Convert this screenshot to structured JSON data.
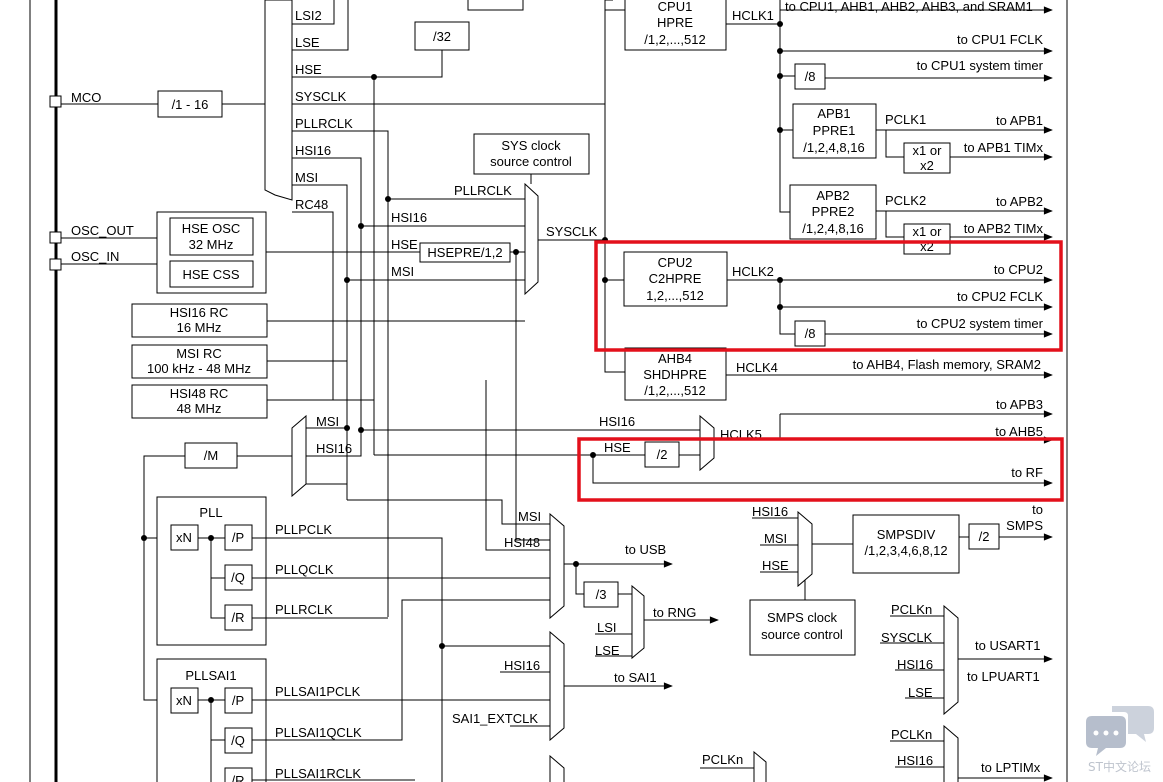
{
  "colors": {
    "line": "#000000",
    "highlight": "#e3101b",
    "watermark": "#8a94a6"
  },
  "pins": {
    "mco": "MCO",
    "osc_out": "OSC_OUT",
    "osc_in": "OSC_IN"
  },
  "sources": {
    "hse_osc": [
      "HSE OSC",
      "32 MHz"
    ],
    "hse_css": "HSE CSS",
    "hsi16_rc": [
      "HSI16 RC",
      "16 MHz"
    ],
    "msi_rc": [
      "MSI RC",
      "100 kHz - 48 MHz"
    ],
    "hsi48_rc": [
      "HSI48 RC",
      "48 MHz"
    ]
  },
  "mco_mux": {
    "inputs": [
      "LSI2",
      "LSE",
      "HSE",
      "SYSCLK",
      "PLLRCLK",
      "HSI16",
      "MSI",
      "RC48"
    ],
    "divider": "/1 - 16"
  },
  "sys_mux": {
    "control": [
      "SYS clock",
      "source control"
    ],
    "inputs": [
      "PLLRCLK",
      "HSI16",
      "HSE",
      "MSI"
    ],
    "hsepre": "HSEPRE/1,2",
    "output": "SYSCLK"
  },
  "div32": "/32",
  "cpu1": {
    "block": [
      "CPU1",
      "HPRE",
      "/1,2,...,512"
    ],
    "clock": "HCLK1",
    "outputs": [
      "to CPU1, AHB1, AHB2, AHB3, and SRAM1",
      "to CPU1 FCLK",
      "to CPU1 system timer"
    ],
    "timer_div": "/8"
  },
  "apb1": {
    "block": [
      "APB1",
      "PPRE1",
      "/1,2,4,8,16"
    ],
    "clock": "PCLK1",
    "to": "to APB1",
    "tim_mult": [
      "x1 or",
      "x2"
    ],
    "tim": "to APB1 TIMx"
  },
  "apb2": {
    "block": [
      "APB2",
      "PPRE2",
      "/1,2,4,8,16"
    ],
    "clock": "PCLK2",
    "to": "to APB2",
    "tim_mult": [
      "x1 or",
      "x2"
    ],
    "tim": "to APB2 TIMx"
  },
  "cpu2": {
    "block": [
      "CPU2",
      "C2HPRE",
      "1,2,...,512"
    ],
    "clock": "HCLK2",
    "outputs": [
      "to CPU2",
      "to CPU2 FCLK",
      "to CPU2 system timer"
    ],
    "timer_div": "/8"
  },
  "ahb4": {
    "block": [
      "AHB4",
      "SHDHPRE",
      "/1,2,...,512"
    ],
    "clock": "HCLK4",
    "to": "to AHB4, Flash memory, SRAM2"
  },
  "hclk5": {
    "inputs": [
      "HSI16",
      "HSE"
    ],
    "hse_div": "/2",
    "clock": "HCLK5",
    "outputs": [
      "to APB3",
      "to AHB5",
      "to RF"
    ]
  },
  "pll_mux": {
    "inputs": [
      "MSI",
      "HSI16"
    ],
    "div": "/M"
  },
  "pll": {
    "title": "PLL",
    "mult": "xN",
    "divs": [
      "/P",
      "/Q",
      "/R"
    ],
    "outputs": [
      "PLLPCLK",
      "PLLQCLK",
      "PLLRCLK"
    ]
  },
  "pllsai1": {
    "title": "PLLSAI1",
    "mult": "xN",
    "divs": [
      "/P",
      "/Q",
      "/R"
    ],
    "outputs": [
      "PLLSAI1PCLK",
      "PLLSAI1QCLK",
      "PLLSAI1RCLK"
    ]
  },
  "usb": {
    "inputs": [
      "MSI",
      "HSI48"
    ],
    "to": "to USB",
    "rng_div": "/3",
    "rng_inputs": [
      "LSI",
      "LSE"
    ],
    "rng": "to RNG"
  },
  "sai1": {
    "inputs": [
      "HSI16",
      "SAI1_EXTCLK"
    ],
    "to": "to SAI1"
  },
  "smps": {
    "inputs": [
      "HSI16",
      "MSI",
      "HSE"
    ],
    "div_block": [
      "SMPSDIV",
      "/1,2,3,4,6,8,12"
    ],
    "div2": "/2",
    "to": [
      "to",
      "SMPS"
    ],
    "control": [
      "SMPS clock",
      "source control"
    ]
  },
  "usart": {
    "inputs": [
      "PCLKn",
      "SYSCLK",
      "HSI16",
      "LSE"
    ],
    "to": [
      "to USART1",
      "to LPUART1"
    ]
  },
  "lptim": {
    "inputs": [
      "PCLKn",
      "HSI16"
    ],
    "to": "to LPTIMx"
  },
  "partial": {
    "pclkn": "PCLKn"
  },
  "watermark": "ST中文论坛"
}
